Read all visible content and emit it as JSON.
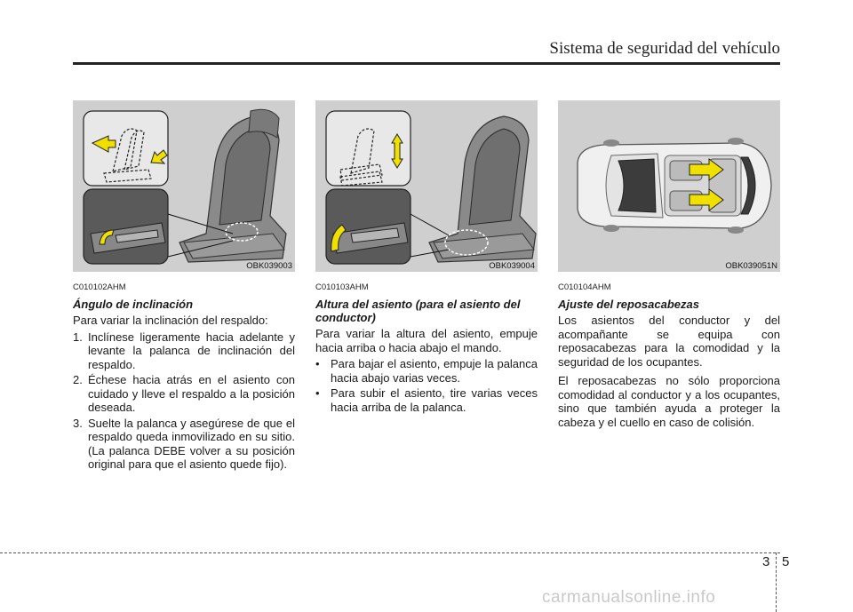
{
  "header": {
    "title": "Sistema de seguridad del vehículo"
  },
  "columns": [
    {
      "figure_code": "OBK039003",
      "section_code": "C010102AHM",
      "title": "Ángulo de inclinación",
      "intro": "Para variar la inclinación del respaldo:",
      "items": [
        {
          "marker": "1.",
          "text": "Inclínese ligeramente hacia adelante y levante la palanca de inclinación del respaldo."
        },
        {
          "marker": "2.",
          "text": "Échese hacia atrás en el asiento con cuidado y lleve el respaldo a la posición deseada."
        },
        {
          "marker": "3.",
          "text": "Suelte la palanca y asegúrese de que el respaldo queda inmovilizado en su sitio. (La palanca DEBE volver a su posición original para que el asiento quede fijo)."
        }
      ]
    },
    {
      "figure_code": "OBK039004",
      "section_code": "C010103AHM",
      "title": "Altura del asiento (para el asiento del conductor)",
      "intro": "Para variar la altura del asiento, empuje hacia arriba o hacia abajo el mando.",
      "items": [
        {
          "marker": "•",
          "text": "Para bajar el asiento, empuje la palanca hacia abajo varias veces."
        },
        {
          "marker": "•",
          "text": "Para subir el asiento, tire varias veces hacia arriba de la palanca."
        }
      ]
    },
    {
      "figure_code": "OBK039051N",
      "section_code": "C010104AHM",
      "title": "Ajuste del reposacabezas",
      "paragraphs": [
        "Los asientos del conductor y del acompañante se equipa con reposacabezas para la comodidad y la seguridad de los ocupantes.",
        "El reposacabezas no sólo proporciona comodidad al conductor y a los ocupantes, sino que también ayuda a proteger la cabeza y el cuello en caso de colisión."
      ]
    }
  ],
  "footer": {
    "chapter": "3",
    "page": "5"
  },
  "watermark": "carmanualsonline.info",
  "colors": {
    "arrow": "#f0e000",
    "figure_bg": "#cfcfcf",
    "rule": "#222222"
  }
}
